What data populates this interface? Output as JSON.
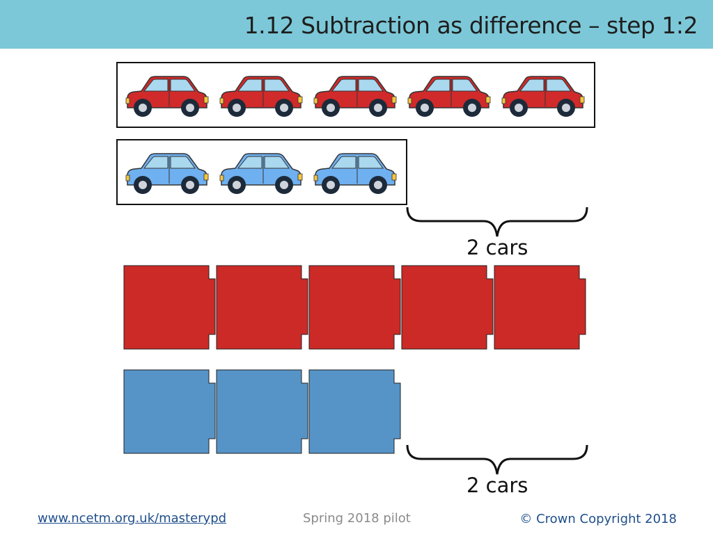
{
  "header": {
    "title": "1.12 Subtraction as difference – step 1:2",
    "color": "#7cc8d8"
  },
  "cars": {
    "red_count": 5,
    "blue_count": 3,
    "red_color": "#d12a2a",
    "blue_color": "#6fb0f0",
    "difference_label": "2 cars"
  },
  "blocks": {
    "red_count": 5,
    "blue_count": 3,
    "red_color": "#cc2a27",
    "blue_color": "#5694c8",
    "difference_label": "2 cars"
  },
  "footer": {
    "link": "www.ncetm.org.uk/masterypd",
    "center": "Spring 2018 pilot",
    "copyright": "© Crown Copyright 2018"
  }
}
